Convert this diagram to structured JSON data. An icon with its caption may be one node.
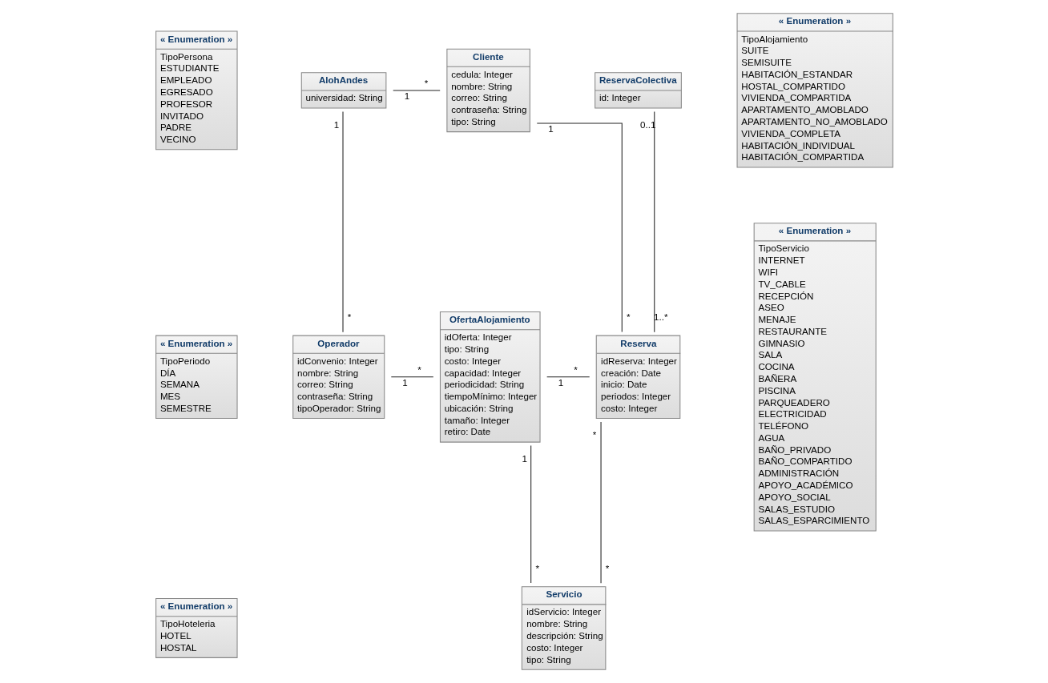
{
  "diagram": {
    "nodes": [
      {
        "text": [
          "« Enumeration »",
          "TipoPersona",
          "ESTUDIANTE",
          "EMPLEADO",
          "EGRESADO",
          "PROFESOR",
          "INVITADO",
          "PADRE",
          "VECINO"
        ]
      },
      {
        "text": [
          "AlohAndes",
          "universidad: String"
        ]
      },
      {
        "text": [
          "Cliente",
          "cedula: Integer",
          "nombre: String",
          "correo: String",
          "contraseña: String",
          "tipo: String"
        ]
      },
      {
        "text": [
          "« Enumeration »",
          "TipoAlojamiento",
          "SUITE",
          "SEMISUITE",
          "HABITACIÓN_ESTANDAR",
          "HOSTAL_COMPARTIDO",
          "VIVIENDA_COMPARTIDA",
          "APARTAMENTO_AMOBLADO",
          "APARTAMENTO_NO_AMOBLADO",
          "VIVIENDA_COMPLETA",
          "HABITACIÓN_INDIVIDUAL",
          "HABITACIÓN_COMPARTIDA"
        ]
      },
      {
        "text": [
          "ReservaColectiva",
          "id: Integer"
        ]
      },
      {
        "text": [
          "« Enumeration »",
          "TipoPeriodo",
          "DÍA",
          "SEMANA",
          "MES",
          "SEMESTRE"
        ]
      },
      {
        "text": [
          "Operador",
          "idConvenio: Integer",
          "nombre: String",
          "correo: String",
          "contraseña: String",
          "tipoOperador: String"
        ]
      },
      {
        "text": [
          "OfertaAlojamiento",
          "idOferta: Integer",
          "tipo: String",
          "costo: Integer",
          "capacidad: Integer",
          "periodicidad: String",
          "tiempoMínimo: Integer",
          "ubicación: String",
          "tamaño: Integer",
          "retiro: Date"
        ]
      },
      {
        "text": [
          "Reserva",
          "idReserva: Integer",
          "creación: Date",
          "inicio: Date",
          "periodos: Integer",
          "costo: Integer"
        ]
      },
      {
        "text": [
          "« Enumeration »",
          "TipoServicio",
          "INTERNET",
          "WIFI",
          "TV_CABLE",
          "RECEPCIÓN",
          "ASEO",
          "MENAJE",
          "RESTAURANTE",
          "GIMNASIO",
          "SALA",
          "COCINA",
          "BAÑERA",
          "PISCINA",
          "PARQUEADERO",
          "ELECTRICIDAD",
          "TELÉFONO",
          "AGUA",
          "BAÑO_PRIVADO",
          "BAÑO_COMPARTIDO",
          "ADMINISTRACIÓN",
          "APOYO_ACADÉMICO",
          "APOYO_SOCIAL",
          "SALAS_ESTUDIO",
          "SALAS_ESPARCIMIENTO"
        ]
      },
      {
        "text": [
          "« Enumeration »",
          "TipoHoteleria",
          "HOTEL",
          "HOSTAL"
        ]
      },
      {
        "text": [
          "Servicio",
          "idServicio: Integer",
          "nombre: String",
          "descripción: String",
          "costo: Integer",
          "tipo: String"
        ]
      }
    ],
    "edges": [
      {
        "from": 1,
        "to": 2,
        "arrow": "none"
      },
      {
        "from": 1,
        "to": 6,
        "arrow": "none"
      },
      {
        "from": 2,
        "to": 8,
        "arrow": "none"
      },
      {
        "from": 4,
        "to": 8,
        "arrow": "none"
      },
      {
        "from": 6,
        "to": 7,
        "arrow": "none"
      },
      {
        "from": 7,
        "to": 8,
        "arrow": "none"
      },
      {
        "from": 7,
        "to": 11,
        "arrow": "none"
      },
      {
        "from": 8,
        "to": 11,
        "arrow": "none"
      }
    ],
    "labels": [
      "1",
      "*",
      "1",
      "*",
      "1",
      "*",
      "0..1",
      "1..*",
      "1",
      "*",
      "1",
      "*",
      "1",
      "*",
      "*",
      "*"
    ]
  }
}
